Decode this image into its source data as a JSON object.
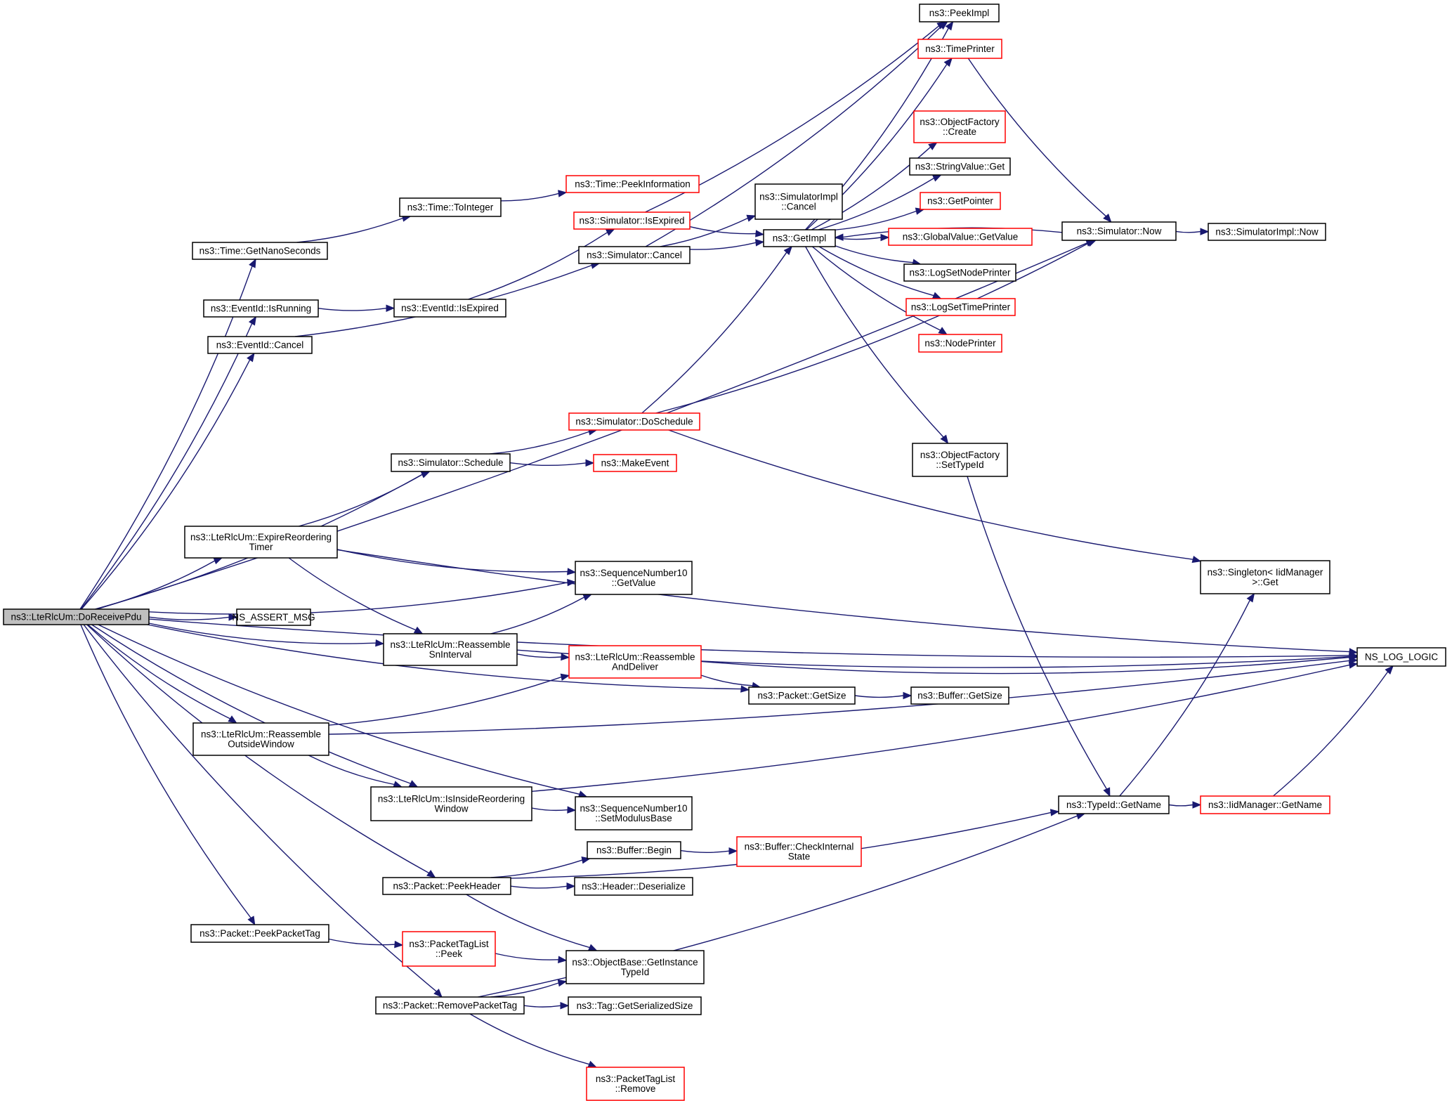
{
  "nodes": [
    {
      "id": "do_receive_pdu",
      "lines": [
        "ns3::LteRlcUm::DoReceivePdu"
      ],
      "border": "#000000",
      "fill": "#bfbfbf"
    },
    {
      "id": "get_nano_seconds",
      "lines": [
        "ns3::Time::GetNanoSeconds"
      ],
      "border": "#000000",
      "fill": "#ffffff"
    },
    {
      "id": "to_integer",
      "lines": [
        "ns3::Time::ToInteger"
      ],
      "border": "#000000",
      "fill": "#ffffff"
    },
    {
      "id": "peek_information",
      "lines": [
        "ns3::Time::PeekInformation"
      ],
      "border": "#ff0000",
      "fill": "#ffffff"
    },
    {
      "id": "eventid_is_running",
      "lines": [
        "ns3::EventId::IsRunning"
      ],
      "border": "#000000",
      "fill": "#ffffff"
    },
    {
      "id": "eventid_is_expired",
      "lines": [
        "ns3::EventId::IsExpired"
      ],
      "border": "#000000",
      "fill": "#ffffff"
    },
    {
      "id": "simulator_is_expired",
      "lines": [
        "ns3::Simulator::IsExpired"
      ],
      "border": "#ff0000",
      "fill": "#ffffff"
    },
    {
      "id": "eventid_cancel",
      "lines": [
        "ns3::EventId::Cancel"
      ],
      "border": "#000000",
      "fill": "#ffffff"
    },
    {
      "id": "simulator_cancel",
      "lines": [
        "ns3::Simulator::Cancel"
      ],
      "border": "#000000",
      "fill": "#ffffff"
    },
    {
      "id": "simulatorimpl_cancel",
      "lines": [
        "ns3::SimulatorImpl",
        "::Cancel"
      ],
      "border": "#000000",
      "fill": "#ffffff"
    },
    {
      "id": "get_impl",
      "lines": [
        "ns3::GetImpl"
      ],
      "border": "#000000",
      "fill": "#ffffff"
    },
    {
      "id": "peek_impl",
      "lines": [
        "ns3::PeekImpl"
      ],
      "border": "#000000",
      "fill": "#ffffff"
    },
    {
      "id": "time_printer",
      "lines": [
        "ns3::TimePrinter"
      ],
      "border": "#ff0000",
      "fill": "#ffffff"
    },
    {
      "id": "objectfactory_create",
      "lines": [
        "ns3::ObjectFactory",
        "::Create"
      ],
      "border": "#ff0000",
      "fill": "#ffffff"
    },
    {
      "id": "stringvalue_get",
      "lines": [
        "ns3::StringValue::Get"
      ],
      "border": "#000000",
      "fill": "#ffffff"
    },
    {
      "id": "get_pointer",
      "lines": [
        "ns3::GetPointer"
      ],
      "border": "#ff0000",
      "fill": "#ffffff"
    },
    {
      "id": "globalvalue_getvalue",
      "lines": [
        "ns3::GlobalValue::GetValue"
      ],
      "border": "#ff0000",
      "fill": "#ffffff"
    },
    {
      "id": "log_set_node_printer",
      "lines": [
        "ns3::LogSetNodePrinter"
      ],
      "border": "#000000",
      "fill": "#ffffff"
    },
    {
      "id": "log_set_time_printer",
      "lines": [
        "ns3::LogSetTimePrinter"
      ],
      "border": "#ff0000",
      "fill": "#ffffff"
    },
    {
      "id": "node_printer",
      "lines": [
        "ns3::NodePrinter"
      ],
      "border": "#ff0000",
      "fill": "#ffffff"
    },
    {
      "id": "simulator_now",
      "lines": [
        "ns3::Simulator::Now"
      ],
      "border": "#000000",
      "fill": "#ffffff"
    },
    {
      "id": "simulatorimpl_now",
      "lines": [
        "ns3::SimulatorImpl::Now"
      ],
      "border": "#000000",
      "fill": "#ffffff"
    },
    {
      "id": "simulator_do_schedule",
      "lines": [
        "ns3::Simulator::DoSchedule"
      ],
      "border": "#ff0000",
      "fill": "#ffffff"
    },
    {
      "id": "simulator_schedule",
      "lines": [
        "ns3::Simulator::Schedule"
      ],
      "border": "#000000",
      "fill": "#ffffff"
    },
    {
      "id": "make_event",
      "lines": [
        "ns3::MakeEvent"
      ],
      "border": "#ff0000",
      "fill": "#ffffff"
    },
    {
      "id": "objectfactory_settypeid",
      "lines": [
        "ns3::ObjectFactory",
        "::SetTypeId"
      ],
      "border": "#000000",
      "fill": "#ffffff"
    },
    {
      "id": "expire_reordering_timer",
      "lines": [
        "ns3::LteRlcUm::ExpireReordering",
        "Timer"
      ],
      "border": "#000000",
      "fill": "#ffffff"
    },
    {
      "id": "seqnum_getvalue",
      "lines": [
        "ns3::SequenceNumber10",
        "::GetValue"
      ],
      "border": "#000000",
      "fill": "#ffffff"
    },
    {
      "id": "singleton_get",
      "lines": [
        "ns3::Singleton< IidManager",
        ">::Get"
      ],
      "border": "#000000",
      "fill": "#ffffff"
    },
    {
      "id": "ns_assert_msg",
      "lines": [
        "NS_ASSERT_MSG"
      ],
      "border": "#000000",
      "fill": "#ffffff"
    },
    {
      "id": "reassemble_sn_interval",
      "lines": [
        "ns3::LteRlcUm::Reassemble",
        "SnInterval"
      ],
      "border": "#000000",
      "fill": "#ffffff"
    },
    {
      "id": "reassemble_and_deliver",
      "lines": [
        "ns3::LteRlcUm::Reassemble",
        "AndDeliver"
      ],
      "border": "#ff0000",
      "fill": "#ffffff"
    },
    {
      "id": "ns_log_logic",
      "lines": [
        "NS_LOG_LOGIC"
      ],
      "border": "#000000",
      "fill": "#ffffff"
    },
    {
      "id": "packet_getsize",
      "lines": [
        "ns3::Packet::GetSize"
      ],
      "border": "#000000",
      "fill": "#ffffff"
    },
    {
      "id": "buffer_getsize",
      "lines": [
        "ns3::Buffer::GetSize"
      ],
      "border": "#000000",
      "fill": "#ffffff"
    },
    {
      "id": "reassemble_outside_window",
      "lines": [
        "ns3::LteRlcUm::Reassemble",
        "OutsideWindow"
      ],
      "border": "#000000",
      "fill": "#ffffff"
    },
    {
      "id": "is_inside_reordering_window",
      "lines": [
        "ns3::LteRlcUm::IsInsideReordering",
        "Window"
      ],
      "border": "#000000",
      "fill": "#ffffff"
    },
    {
      "id": "seqnum_setmodulusbase",
      "lines": [
        "ns3::SequenceNumber10",
        "::SetModulusBase"
      ],
      "border": "#000000",
      "fill": "#ffffff"
    },
    {
      "id": "typeid_getname",
      "lines": [
        "ns3::TypeId::GetName"
      ],
      "border": "#000000",
      "fill": "#ffffff"
    },
    {
      "id": "iidmanager_getname",
      "lines": [
        "ns3::IidManager::GetName"
      ],
      "border": "#ff0000",
      "fill": "#ffffff"
    },
    {
      "id": "buffer_begin",
      "lines": [
        "ns3::Buffer::Begin"
      ],
      "border": "#000000",
      "fill": "#ffffff"
    },
    {
      "id": "buffer_check_internal_state",
      "lines": [
        "ns3::Buffer::CheckInternal",
        "State"
      ],
      "border": "#ff0000",
      "fill": "#ffffff"
    },
    {
      "id": "packet_peekheader",
      "lines": [
        "ns3::Packet::PeekHeader"
      ],
      "border": "#000000",
      "fill": "#ffffff"
    },
    {
      "id": "header_deserialize",
      "lines": [
        "ns3::Header::Deserialize"
      ],
      "border": "#000000",
      "fill": "#ffffff"
    },
    {
      "id": "packet_peekpackettag",
      "lines": [
        "ns3::Packet::PeekPacketTag"
      ],
      "border": "#000000",
      "fill": "#ffffff"
    },
    {
      "id": "packettaglist_peek",
      "lines": [
        "ns3::PacketTagList",
        "::Peek"
      ],
      "border": "#ff0000",
      "fill": "#ffffff"
    },
    {
      "id": "objectbase_getinstancetypeid",
      "lines": [
        "ns3::ObjectBase::GetInstance",
        "TypeId"
      ],
      "border": "#000000",
      "fill": "#ffffff"
    },
    {
      "id": "packet_removepackettag",
      "lines": [
        "ns3::Packet::RemovePacketTag"
      ],
      "border": "#000000",
      "fill": "#ffffff"
    },
    {
      "id": "tag_getserializedsize",
      "lines": [
        "ns3::Tag::GetSerializedSize"
      ],
      "border": "#000000",
      "fill": "#ffffff"
    },
    {
      "id": "packettaglist_remove",
      "lines": [
        "ns3::PacketTagList",
        "::Remove"
      ],
      "border": "#ff0000",
      "fill": "#ffffff"
    }
  ],
  "edges": [
    [
      "do_receive_pdu",
      "get_nano_seconds"
    ],
    [
      "do_receive_pdu",
      "eventid_is_running"
    ],
    [
      "do_receive_pdu",
      "eventid_cancel"
    ],
    [
      "do_receive_pdu",
      "simulator_now"
    ],
    [
      "do_receive_pdu",
      "simulator_schedule"
    ],
    [
      "do_receive_pdu",
      "ns_log_logic"
    ],
    [
      "do_receive_pdu",
      "expire_reordering_timer"
    ],
    [
      "do_receive_pdu",
      "seqnum_getvalue"
    ],
    [
      "do_receive_pdu",
      "ns_assert_msg"
    ],
    [
      "do_receive_pdu",
      "reassemble_sn_interval"
    ],
    [
      "do_receive_pdu",
      "packet_getsize"
    ],
    [
      "do_receive_pdu",
      "reassemble_outside_window"
    ],
    [
      "do_receive_pdu",
      "is_inside_reordering_window"
    ],
    [
      "do_receive_pdu",
      "seqnum_setmodulusbase"
    ],
    [
      "do_receive_pdu",
      "packet_peekheader"
    ],
    [
      "do_receive_pdu",
      "packet_peekpackettag"
    ],
    [
      "do_receive_pdu",
      "packet_removepackettag"
    ],
    [
      "get_nano_seconds",
      "to_integer"
    ],
    [
      "to_integer",
      "peek_information"
    ],
    [
      "eventid_is_running",
      "eventid_is_expired"
    ],
    [
      "eventid_is_expired",
      "simulator_is_expired"
    ],
    [
      "simulator_is_expired",
      "get_impl"
    ],
    [
      "simulator_is_expired",
      "peek_impl"
    ],
    [
      "eventid_cancel",
      "simulator_cancel"
    ],
    [
      "simulator_cancel",
      "simulatorimpl_cancel"
    ],
    [
      "simulator_cancel",
      "get_impl"
    ],
    [
      "simulator_cancel",
      "peek_impl"
    ],
    [
      "get_impl",
      "peek_impl"
    ],
    [
      "get_impl",
      "time_printer"
    ],
    [
      "get_impl",
      "objectfactory_create"
    ],
    [
      "get_impl",
      "stringvalue_get"
    ],
    [
      "get_impl",
      "get_pointer"
    ],
    [
      "get_impl",
      "globalvalue_getvalue"
    ],
    [
      "get_impl",
      "log_set_node_printer"
    ],
    [
      "get_impl",
      "log_set_time_printer"
    ],
    [
      "get_impl",
      "node_printer"
    ],
    [
      "get_impl",
      "objectfactory_settypeid"
    ],
    [
      "time_printer",
      "simulator_now"
    ],
    [
      "simulator_now",
      "get_impl"
    ],
    [
      "simulator_now",
      "simulatorimpl_now"
    ],
    [
      "simulator_schedule",
      "simulator_do_schedule"
    ],
    [
      "simulator_schedule",
      "make_event"
    ],
    [
      "simulator_do_schedule",
      "get_impl"
    ],
    [
      "simulator_do_schedule",
      "simulator_now"
    ],
    [
      "simulator_do_schedule",
      "singleton_get"
    ],
    [
      "expire_reordering_timer",
      "simulator_schedule"
    ],
    [
      "expire_reordering_timer",
      "ns_log_logic"
    ],
    [
      "expire_reordering_timer",
      "seqnum_getvalue"
    ],
    [
      "expire_reordering_timer",
      "reassemble_sn_interval"
    ],
    [
      "reassemble_sn_interval",
      "seqnum_getvalue"
    ],
    [
      "reassemble_sn_interval",
      "ns_log_logic"
    ],
    [
      "reassemble_sn_interval",
      "reassemble_and_deliver"
    ],
    [
      "reassemble_and_deliver",
      "ns_log_logic"
    ],
    [
      "reassemble_and_deliver",
      "packet_getsize"
    ],
    [
      "packet_getsize",
      "buffer_getsize"
    ],
    [
      "reassemble_outside_window",
      "reassemble_and_deliver"
    ],
    [
      "reassemble_outside_window",
      "ns_log_logic"
    ],
    [
      "reassemble_outside_window",
      "is_inside_reordering_window"
    ],
    [
      "is_inside_reordering_window",
      "ns_log_logic"
    ],
    [
      "is_inside_reordering_window",
      "seqnum_setmodulusbase"
    ],
    [
      "objectfactory_settypeid",
      "typeid_getname"
    ],
    [
      "typeid_getname",
      "singleton_get"
    ],
    [
      "typeid_getname",
      "iidmanager_getname"
    ],
    [
      "iidmanager_getname",
      "ns_log_logic"
    ],
    [
      "packet_peekheader",
      "buffer_begin"
    ],
    [
      "packet_peekheader",
      "header_deserialize"
    ],
    [
      "packet_peekheader",
      "typeid_getname"
    ],
    [
      "packet_peekheader",
      "objectbase_getinstancetypeid"
    ],
    [
      "buffer_begin",
      "buffer_check_internal_state"
    ],
    [
      "packet_peekpackettag",
      "packettaglist_peek"
    ],
    [
      "packettaglist_peek",
      "objectbase_getinstancetypeid"
    ],
    [
      "packet_removepackettag",
      "objectbase_getinstancetypeid"
    ],
    [
      "packet_removepackettag",
      "tag_getserializedsize"
    ],
    [
      "packet_removepackettag",
      "typeid_getname"
    ],
    [
      "packet_removepackettag",
      "packettaglist_remove"
    ]
  ]
}
